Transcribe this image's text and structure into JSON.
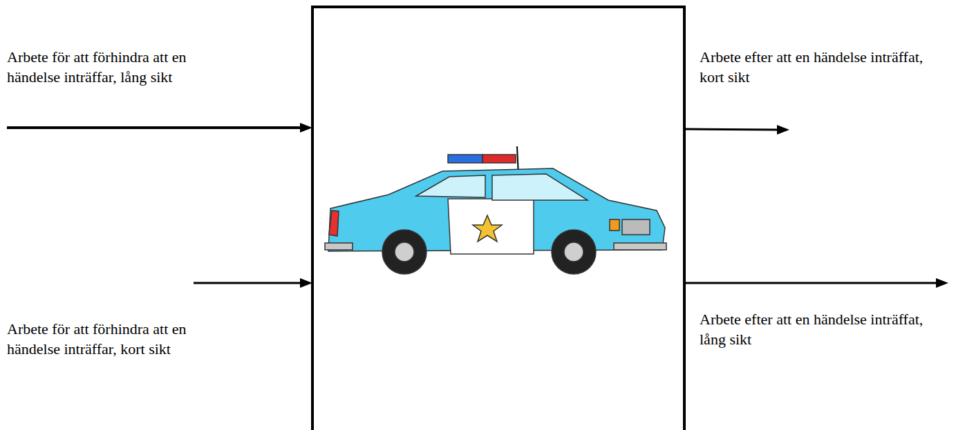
{
  "diagram": {
    "labels": [
      "Arbete för att förhindra att en händelse inträffar, lång sikt",
      "Arbete för att förhindra att en händelse inträffar, kort sikt",
      "Arbete efter att en händelse inträffat, kort sikt",
      "Arbete efter att en händelse inträffat, lång sikt"
    ]
  }
}
